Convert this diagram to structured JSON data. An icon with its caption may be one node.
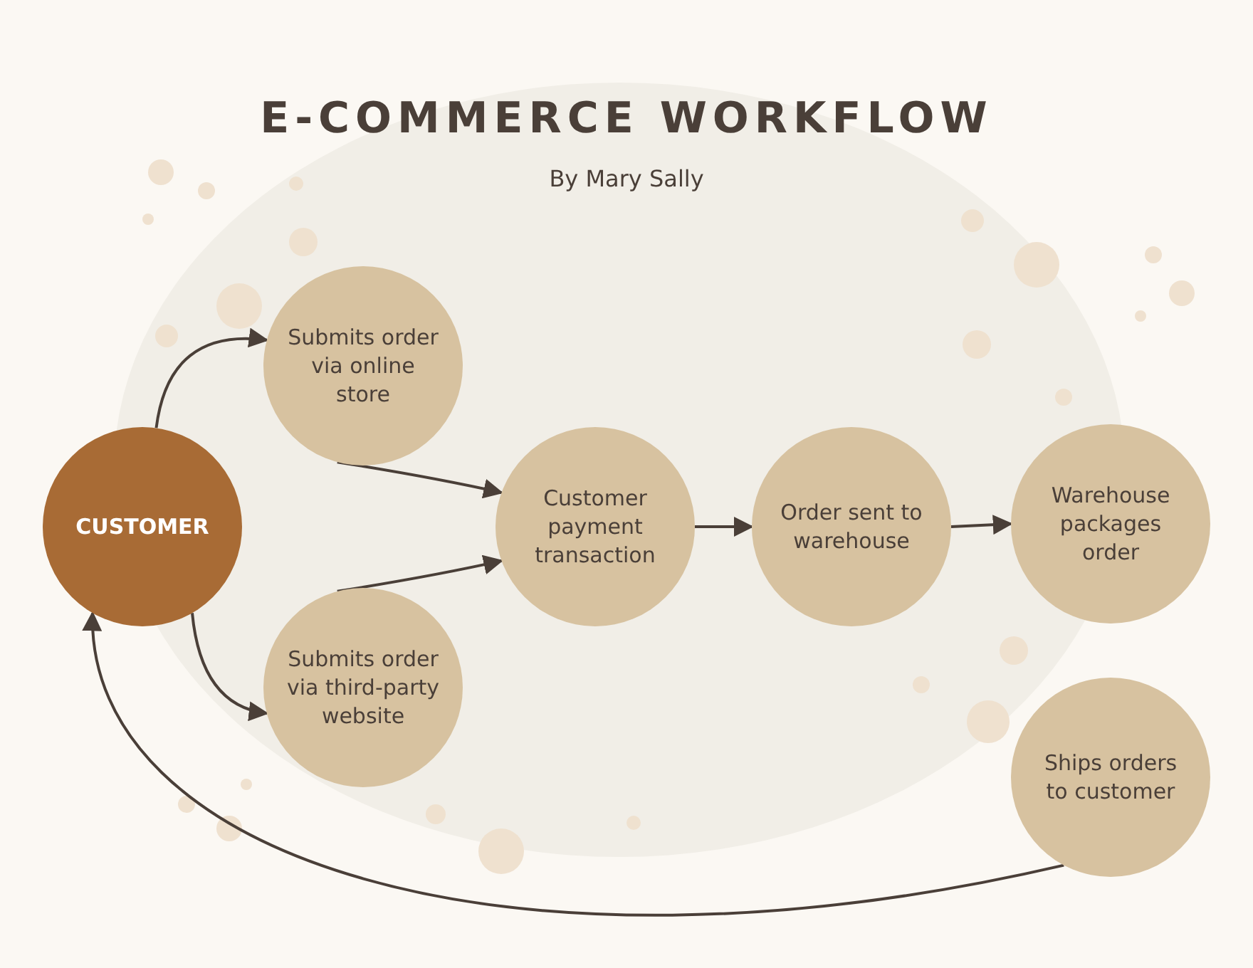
{
  "diagram": {
    "title": "E-COMMERCE WORKFLOW",
    "nodes": [
      {
        "text": [
          "CUSTOMER"
        ]
      },
      {
        "text": [
          "Submits order via online store"
        ]
      },
      {
        "text": [
          "Submits order via third-party website"
        ]
      },
      {
        "text": [
          "Customer payment transaction"
        ]
      },
      {
        "text": [
          "Order sent to warehouse"
        ]
      },
      {
        "text": [
          "Warehouse packages order"
        ]
      },
      {
        "text": [
          "Ships orders to customer"
        ]
      }
    ],
    "edges": [
      {
        "from": 0,
        "to": 1,
        "arrow": "to"
      },
      {
        "from": 0,
        "to": 2,
        "arrow": "to"
      },
      {
        "from": 1,
        "to": 3,
        "arrow": "to"
      },
      {
        "from": 2,
        "to": 3,
        "arrow": "to"
      },
      {
        "from": 3,
        "to": 4,
        "arrow": "to"
      },
      {
        "from": 4,
        "to": 5,
        "arrow": "to"
      },
      {
        "from": 6,
        "to": 0,
        "arrow": "to"
      }
    ],
    "labels": [
      "By Mary Sally"
    ]
  }
}
